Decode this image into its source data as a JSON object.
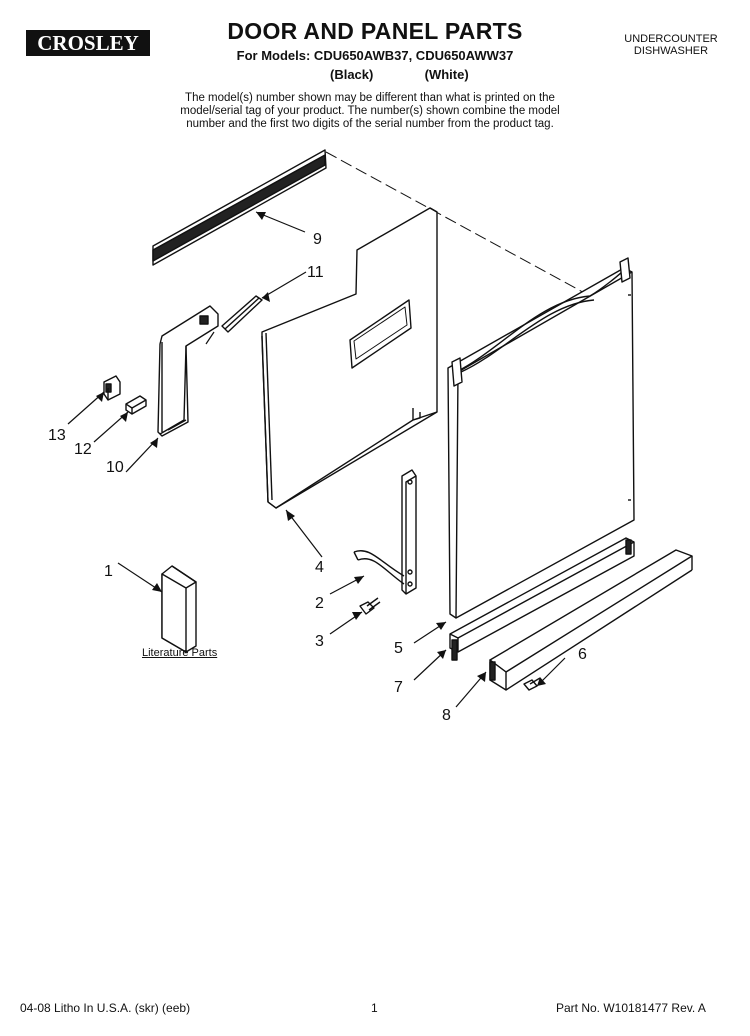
{
  "header": {
    "brand": "CROSLEY",
    "title": "DOOR AND PANEL PARTS",
    "models_line": "For Models: CDU650AWB37, CDU650AWW37",
    "color_black": "(Black)",
    "color_white": "(White)",
    "product_type_line1": "UNDERCOUNTER",
    "product_type_line2": "DISHWASHER"
  },
  "note": {
    "line1": "The model(s) number shown may be different than what is printed on the",
    "line2": "model/serial tag of your product. The number(s) shown combine the model",
    "line3": "number and the first two digits of the serial number from the product tag."
  },
  "diagram": {
    "callouts": [
      "1",
      "2",
      "3",
      "4",
      "5",
      "6",
      "7",
      "8",
      "9",
      "10",
      "11",
      "12",
      "13"
    ],
    "literature_label": "Literature Parts"
  },
  "footer": {
    "litho": "04-08 Litho In U.S.A. (skr) (eeb)",
    "page_number": "1",
    "part_number": "Part No. W10181477 Rev. A"
  },
  "colors": {
    "ink": "#111111",
    "background": "#ffffff"
  }
}
